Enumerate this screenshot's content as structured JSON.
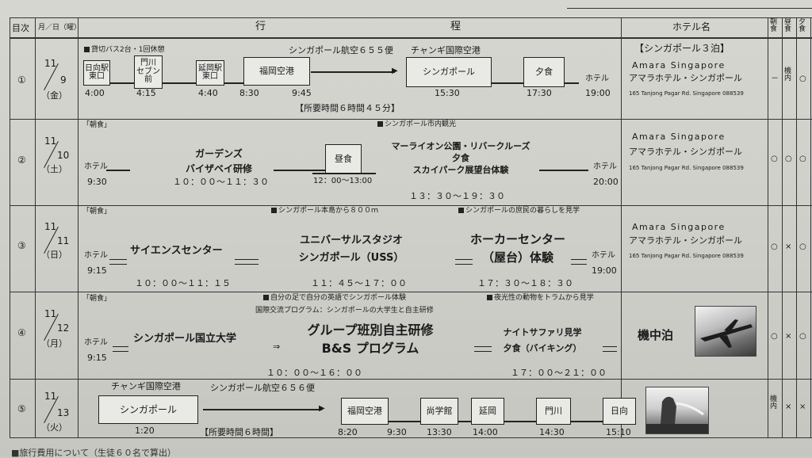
{
  "header": {
    "col_day": "目次",
    "col_date": "月／日（曜）",
    "col_itinerary_1": "行",
    "col_itinerary_2": "程",
    "col_hotel": "ホテル名",
    "col_meal_b": "朝食",
    "col_meal_l": "昼食",
    "col_meal_d": "夕食"
  },
  "rows": [
    {
      "num": "①",
      "month": "11",
      "day": "9",
      "dow": "（金）",
      "note_left": "貸切バス2台・1回休憩",
      "note_flight": "シンガポール航空６５５便",
      "note_airport": "チャンギ国際空港",
      "boxes": [
        "日向駅\n東口",
        "門川\nセブン\n前",
        "延岡駅\n東口",
        "福岡空港",
        "シンガポール",
        "夕食"
      ],
      "times": [
        "4:00",
        "4:15",
        "4:40",
        "8:30",
        "9:45",
        "15:30",
        "17:30"
      ],
      "hotel_label": "ホテル",
      "hotel_time": "19:00",
      "duration": "【所要時間６時間４５分】",
      "hotel_title": "【シンガポール３泊】",
      "hotel_en": "Amara Singapore",
      "hotel_jp": "アマラホテル・シンガポール",
      "hotel_addr": "165 Tanjong Pagar Rd. Singapore 088539",
      "meals": [
        "－",
        "機内",
        "○"
      ]
    },
    {
      "num": "②",
      "month": "11",
      "day": "10",
      "dow": "（土）",
      "breakfast": "「朝食」",
      "note_center": "シンガポール市内観光",
      "start_label": "ホテル",
      "start_time": "9:30",
      "act1_l1": "ガーデンズ",
      "act1_l2": "バイザベイ研修",
      "act1_time": "１０：００～１１：３０",
      "lunch_box": "昼食",
      "lunch_time": "12：00～13:00",
      "act2_l1": "マーライオン公園・リバークルーズ",
      "act2_l2": "夕食",
      "act2_l3": "スカイパーク展望台体験",
      "act2_time": "１３：３０～１９：３０",
      "end_label": "ホテル",
      "end_time": "20:00",
      "hotel_en": "Amara Singapore",
      "hotel_jp": "アマラホテル・シンガポール",
      "hotel_addr": "165 Tanjong Pagar Rd. Singapore 088539",
      "meals": [
        "○",
        "○",
        "○"
      ]
    },
    {
      "num": "③",
      "month": "11",
      "day": "11",
      "dow": "（日）",
      "breakfast": "「朝食」",
      "note_1": "シンガポール本島から８００ｍ",
      "note_2": "シンガポールの庶民の暮らしを見学",
      "start_label": "ホテル",
      "start_time": "9:15",
      "act1": "サイエンスセンター",
      "act1_time": "１０：００～１１：１５",
      "act2_l1": "ユニバーサルスタジオ",
      "act2_l2": "シンガポール（USS）",
      "act2_time": "１１：４５～１７：００",
      "act3_l1": "ホーカーセンター",
      "act3_l2": "（屋台）体験",
      "act3_time": "１７：３０～１８：３０",
      "end_label": "ホテル",
      "end_time": "19:00",
      "hotel_en": "Amara Singapore",
      "hotel_jp": "アマラホテル・シンガポール",
      "hotel_addr": "165 Tanjong Pagar Rd. Singapore 088539",
      "meals": [
        "○",
        "×",
        "○"
      ]
    },
    {
      "num": "④",
      "month": "11",
      "day": "12",
      "dow": "（月）",
      "breakfast": "「朝食」",
      "note_1": "自分の足で自分の英語でシンガポール体験",
      "note_2": "国際交流プログラム：シンガポールの大学生と自主研修",
      "note_3": "夜光性の動物をトラムから見学",
      "start_label": "ホテル",
      "start_time": "9:15",
      "act1": "シンガポール国立大学",
      "arrow": "⇒",
      "act2_l1": "グループ班別自主研修",
      "act2_l2": "B&S プログラム",
      "act_time": "１０：００～１６：００",
      "act3_l1": "ナイトサファリ見学",
      "act3_l2": "夕食（バイキング）",
      "act3_time": "１７：００～２１：００",
      "hotel_text": "機中泊",
      "meals": [
        "○",
        "×",
        "○"
      ]
    },
    {
      "num": "⑤",
      "month": "11",
      "day": "13",
      "dow": "（火）",
      "note_airport": "チャンギ国際空港",
      "note_flight": "シンガポール航空６５６便",
      "boxes": [
        "シンガポール",
        "福岡空港",
        "尚学館",
        "延岡",
        "門川",
        "日向"
      ],
      "times": [
        "1:20",
        "8:20",
        "9:30",
        "13:30",
        "14:00",
        "14:30",
        "15:10"
      ],
      "duration": "【所要時間６時間】",
      "meals": [
        "機内",
        "×",
        "×"
      ]
    }
  ],
  "footer_cut": "■旅行費用について（生徒６０名で算出）"
}
